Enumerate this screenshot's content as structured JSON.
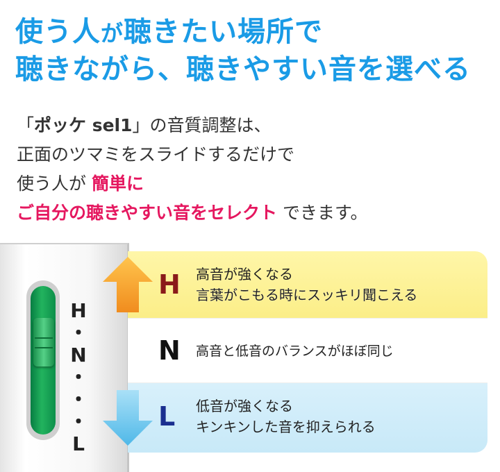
{
  "headline": {
    "line1_part1": "使う人",
    "line1_part2": "が",
    "line1_part3": "聴きたい場所で",
    "line2": "聴きながら、聴きやすい音を選べる"
  },
  "body": {
    "line1_open": "「",
    "line1_product": "ポッケ sel1",
    "line1_rest": "」の音質調整は、",
    "line2": "正面のツマミをスライドするだけで",
    "line3_plain": "使う人が",
    "line3_accent": "簡単に",
    "line4_accent": "ご自分の聴きやすい音をセレクト",
    "line4_plain": "できます。"
  },
  "slider": {
    "scale_h": "H",
    "scale_dot1": "・",
    "scale_n": "N",
    "scale_dot2": "・",
    "scale_dot3": "・",
    "scale_dot4": "・",
    "scale_l": "L"
  },
  "modes": {
    "h": {
      "letter": "H",
      "line1": "高音が強くなる",
      "line2": "言葉がこもる時にスッキリ聞こえる"
    },
    "n": {
      "letter": "N",
      "line1": "高音と低音のバランスがほぼ同じ"
    },
    "l": {
      "letter": "L",
      "line1": "低音が強くなる",
      "line2": "キンキンした音を抑えられる"
    }
  },
  "colors": {
    "headline": "#1a9be6",
    "accent": "#e5175f",
    "band_h": "#fbee88",
    "band_l": "#c8e9f8",
    "knob_green": "#22b35e",
    "arrow_up": "#f5a623",
    "arrow_down": "#6cc6ee"
  },
  "icons": {
    "up": "arrow-up-icon",
    "down": "arrow-down-icon"
  }
}
